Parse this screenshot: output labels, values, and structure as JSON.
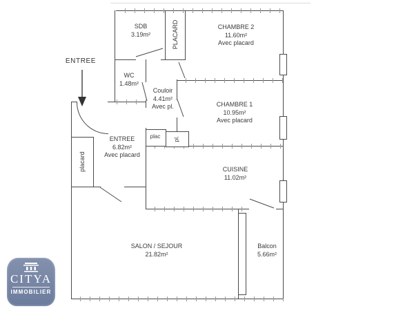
{
  "entry": {
    "label": "ENTREE"
  },
  "rooms": {
    "sdb": {
      "name": "SDB",
      "area": "3.19m²"
    },
    "placard_top": {
      "name": "PLACARD"
    },
    "chambre2": {
      "name": "CHAMBRE 2",
      "area": "11.60m²",
      "note": "Avec placard"
    },
    "wc": {
      "name": "WC",
      "area": "1.48m²"
    },
    "couloir": {
      "name": "Couloir",
      "area": "4.41m²",
      "note": "Avec pl."
    },
    "chambre1": {
      "name": "CHAMBRE 1",
      "area": "10.95m²",
      "note": "Avec placard"
    },
    "entree": {
      "name": "ENTREE",
      "area": "6.82m²",
      "note": "Avec placard"
    },
    "placard_entree": {
      "name": "placard"
    },
    "plac": {
      "name": "plac"
    },
    "pl": {
      "name": "pl."
    },
    "cuisine": {
      "name": "CUISINE",
      "area": "11.02m²"
    },
    "salon": {
      "name": "SALON / SEJOUR",
      "area": "21.82m²"
    },
    "balcon": {
      "name": "Balcon",
      "area": "5.66m²"
    }
  },
  "logo": {
    "brand": "CITYA",
    "subtitle": "IMMOBILIER",
    "background": "#7282a4",
    "text_color": "#ffffff"
  },
  "colors": {
    "wall": "#4a4a4a",
    "tick": "#9a9a9a",
    "label": "#3a3a3a",
    "background": "#ffffff"
  }
}
